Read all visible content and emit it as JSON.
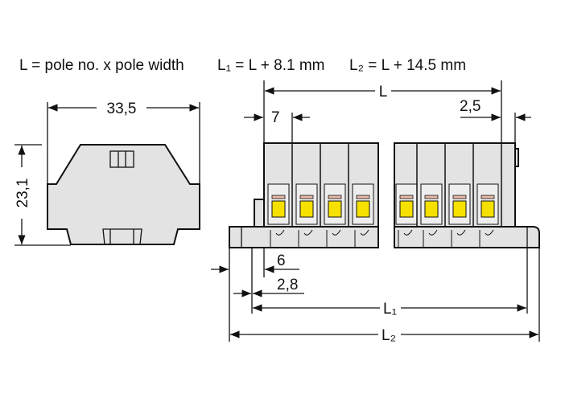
{
  "header": {
    "formula_l": "L = pole no. x pole width",
    "formula_l1": "L₁ = L + 8.1 mm",
    "formula_l2": "L₂ = L + 14.5 mm"
  },
  "dimensions": {
    "width": "33,5",
    "height": "23,1",
    "length": "L",
    "pole_width": "7",
    "end_offset": "2,5",
    "offset_6": "6",
    "offset_2_8": "2,8",
    "l1": "L₁",
    "l2": "L₂"
  },
  "colors": {
    "housing": "#e3e3e3",
    "clamp": "#f5e000",
    "accent": "#e8b8a8"
  }
}
